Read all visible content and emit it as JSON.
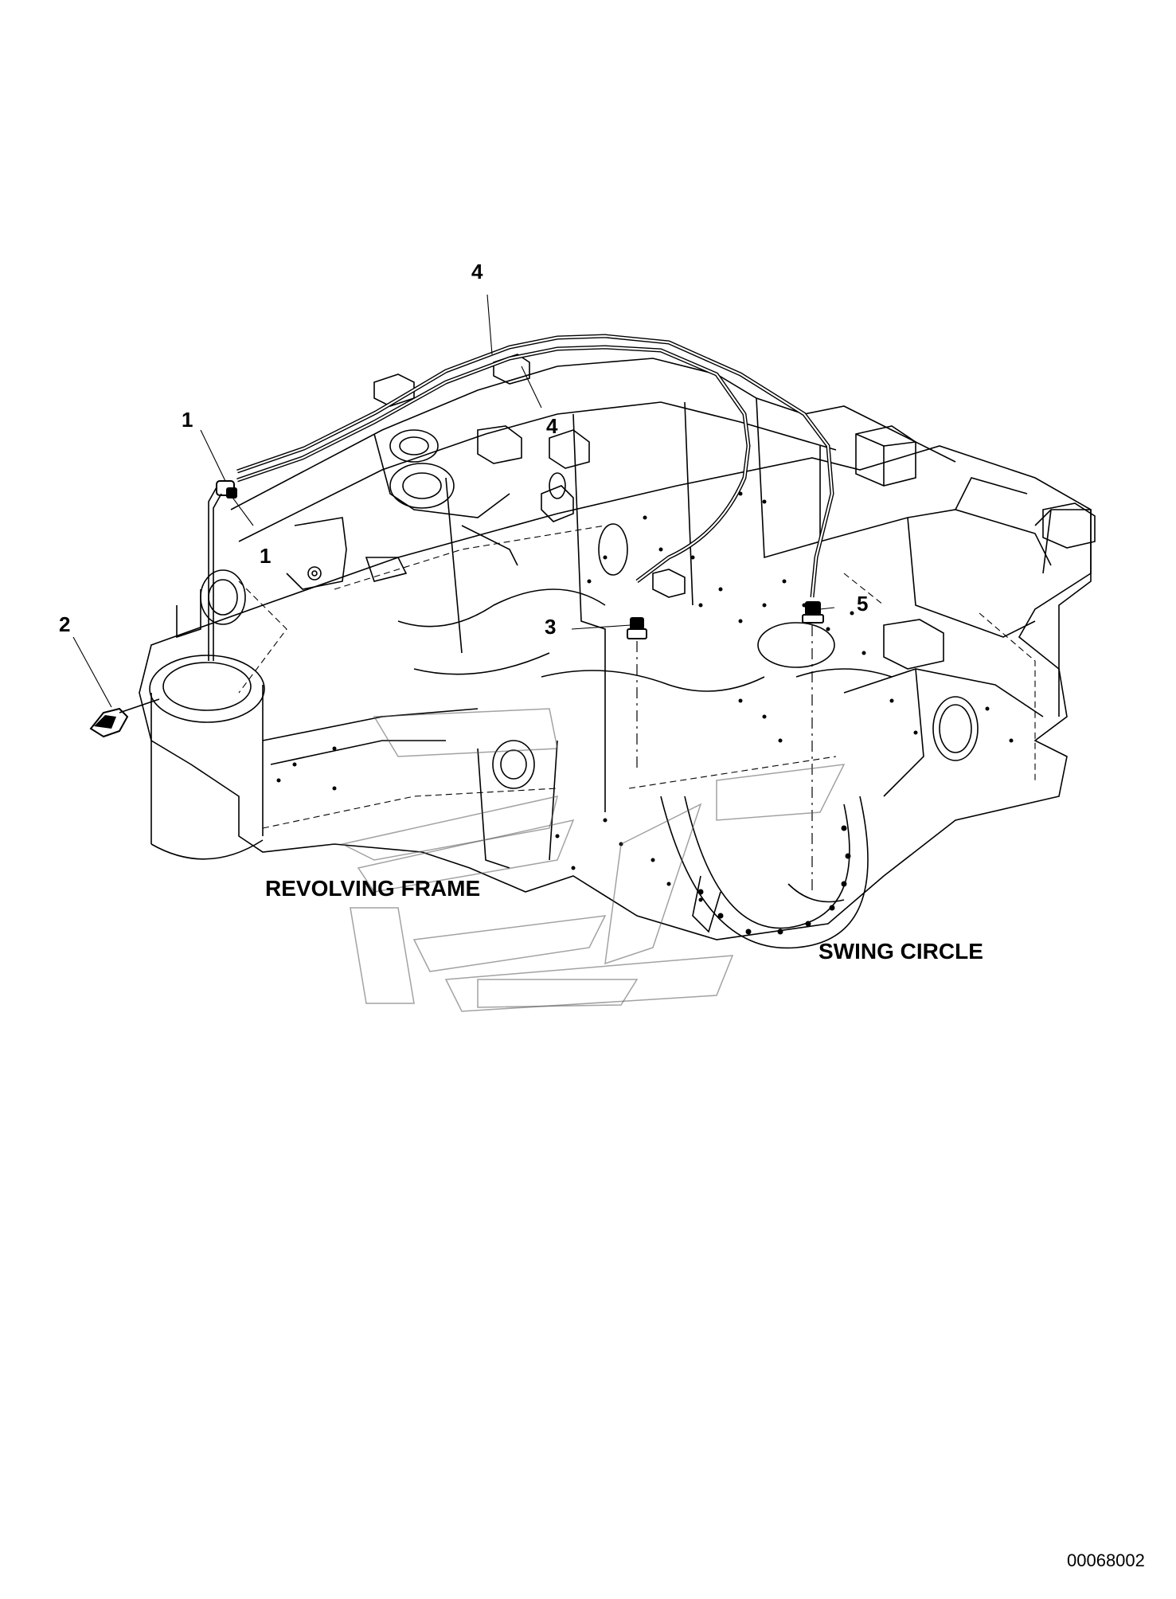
{
  "callouts": {
    "c1a": "1",
    "c1b": "1",
    "c2": "2",
    "c3": "3",
    "c4a": "4",
    "c4b": "4",
    "c5": "5"
  },
  "labels": {
    "revolving_frame": "REVOLVING FRAME",
    "swing_circle": "SWING CIRCLE"
  },
  "reference_number": "00068002"
}
